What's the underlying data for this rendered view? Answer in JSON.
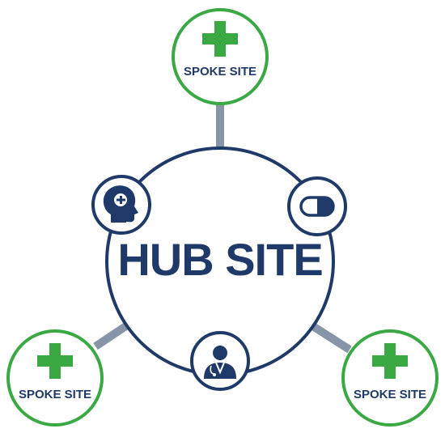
{
  "hub": {
    "label": "HUB SITE",
    "icons": [
      "mental-health-icon",
      "pill-icon",
      "doctor-icon"
    ]
  },
  "spokes": [
    {
      "label": "SPOKE SITE",
      "icon": "medical-cross-icon"
    },
    {
      "label": "SPOKE SITE",
      "icon": "medical-cross-icon"
    },
    {
      "label": "SPOKE SITE",
      "icon": "medical-cross-icon"
    }
  ],
  "colors": {
    "navy": "#1f3a68",
    "green": "#3aa843",
    "connector": "#8894a8",
    "background": "#ffffff"
  }
}
